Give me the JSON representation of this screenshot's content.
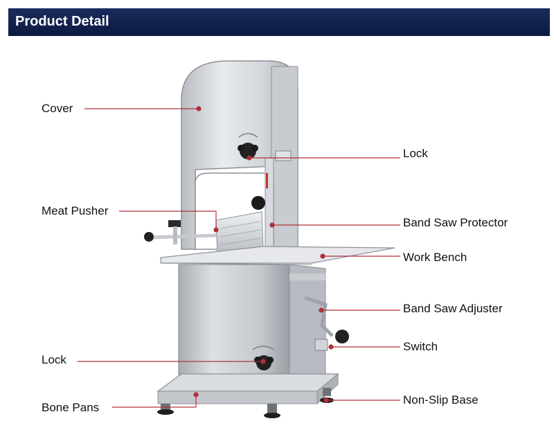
{
  "header": {
    "title": "Product Detail"
  },
  "labels": {
    "cover": "Cover",
    "lock_top": "Lock",
    "meat_pusher": "Meat Pusher",
    "band_saw_protector": "Band Saw Protector",
    "work_bench": "Work Bench",
    "band_saw_adjuster": "Band Saw Adjuster",
    "switch": "Switch",
    "lock_bottom": "Lock",
    "bone_pans": "Bone Pans",
    "non_slip_base": "Non-Slip Base"
  },
  "colors": {
    "header_bg": "#0c1a40",
    "leader_line": "#b0303a",
    "marker_dot": "#b0303a"
  }
}
